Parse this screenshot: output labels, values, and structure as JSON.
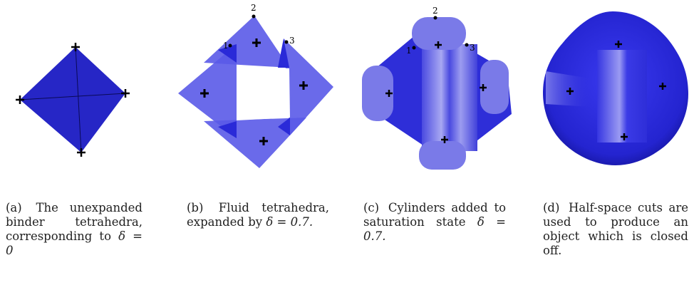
{
  "figure": {
    "panels": [
      {
        "id": "a",
        "label": "(a)",
        "caption_text": "The unexpanded binder tetrahedra, corresponding to",
        "caption_math": "δ = 0"
      },
      {
        "id": "b",
        "label": "(b)",
        "caption_text": "Fluid tetrahedra, expanded by",
        "caption_math": "δ = 0.7.",
        "vertex_labels": [
          "1",
          "2",
          "3"
        ]
      },
      {
        "id": "c",
        "label": "(c)",
        "caption_text": "Cylinders added to saturation state",
        "caption_math": "δ = 0.7.",
        "vertex_labels": [
          "1",
          "2",
          "3"
        ]
      },
      {
        "id": "d",
        "label": "(d)",
        "caption_text": "Half-space cuts are used to produce an object which is closed off.",
        "caption_math": ""
      }
    ],
    "colors": {
      "solid_blue": "#2626c6",
      "fluid_blue": "#5a5ae8",
      "rounded_blue": "#3030de",
      "marker": "#000000"
    }
  }
}
